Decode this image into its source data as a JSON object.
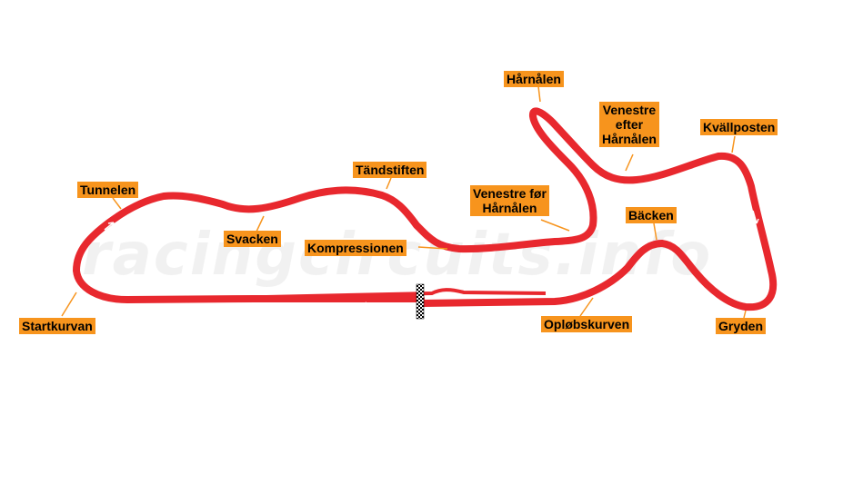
{
  "watermark": "racingcircuits.info",
  "colors": {
    "track": "#e8282e",
    "label_bg": "#f7941d",
    "label_text": "#000000",
    "background": "#ffffff"
  },
  "corners": {
    "harnalen": "Hårnålen",
    "venestre_efter_1": "Venestre",
    "venestre_efter_2": "efter",
    "venestre_efter_3": "Hårnålen",
    "kvallposten": "Kvällposten",
    "tandstiften": "Tändstiften",
    "tunnelen": "Tunnelen",
    "venestre_for_1": "Venestre før",
    "venestre_for_2": "Hårnålen",
    "backen": "Bäcken",
    "svacken": "Svacken",
    "kompressionen": "Kompressionen",
    "startkurvan": "Startkurvan",
    "oplobskurven": "Opløbskurven",
    "gryden": "Gryden"
  }
}
